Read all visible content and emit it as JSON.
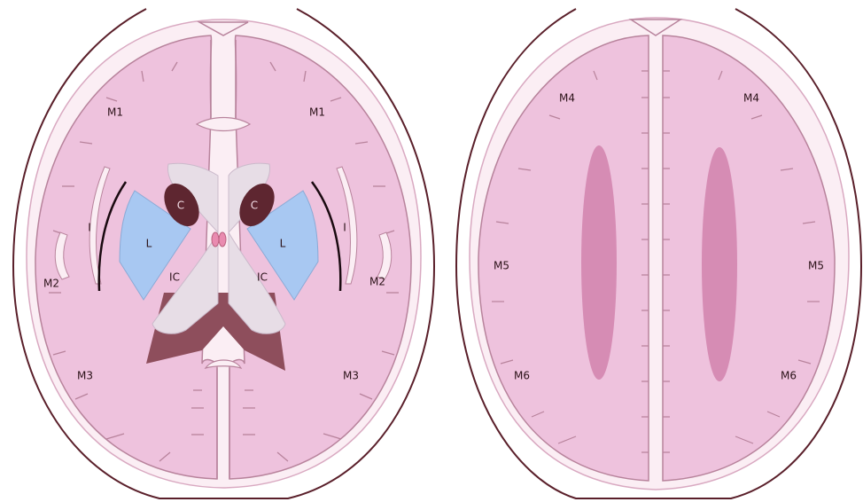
{
  "diagram": {
    "left_section": {
      "labels": {
        "m1_left": "M1",
        "m1_right": "M1",
        "m2_left": "M2",
        "m2_right": "M2",
        "m3_left": "M3",
        "m3_right": "M3",
        "i_left": "I",
        "i_right": "I",
        "l_left": "L",
        "l_right": "L",
        "c_left": "C",
        "c_right": "C",
        "ic_left": "IC",
        "ic_right": "IC"
      }
    },
    "right_section": {
      "labels": {
        "m4_left": "M4",
        "m4_right": "M4",
        "m5_left": "M5",
        "m5_right": "M5",
        "m6_left": "M6",
        "m6_right": "M6"
      }
    }
  },
  "colors": {
    "skull_outline": "#5a1f2a",
    "brain": "#eec2dd",
    "brain_edge": "#b8839c",
    "csf": "#fbeef4",
    "lentiform": "#a8c8f2",
    "ventricle": "#8e4e5c",
    "caudate": "#5e2630",
    "internal_capsule": "#e7dde6",
    "centrum_oval": "#d68cb4"
  }
}
